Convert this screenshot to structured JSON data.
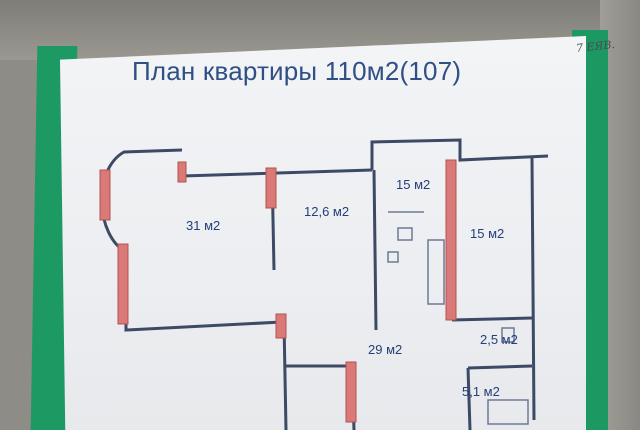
{
  "photo": {
    "title": "План квартиры 110м2(107)",
    "handnote": "7 ЕЯВ.",
    "rooms": [
      {
        "id": "living",
        "label": "31 м2"
      },
      {
        "id": "bedroom",
        "label": "12,6 м2"
      },
      {
        "id": "kitchen",
        "label": "15 м2"
      },
      {
        "id": "bedroom2",
        "label": "15 м2"
      },
      {
        "id": "hall",
        "label": "29 м2"
      },
      {
        "id": "wc",
        "label": "2,5 м2"
      },
      {
        "id": "bath",
        "label": "5,1 м2"
      }
    ],
    "colors": {
      "wall": "#3d4a66",
      "wall_new": "#d97a78",
      "text": "#24407a",
      "sheet_green": "#1d9a63"
    }
  }
}
